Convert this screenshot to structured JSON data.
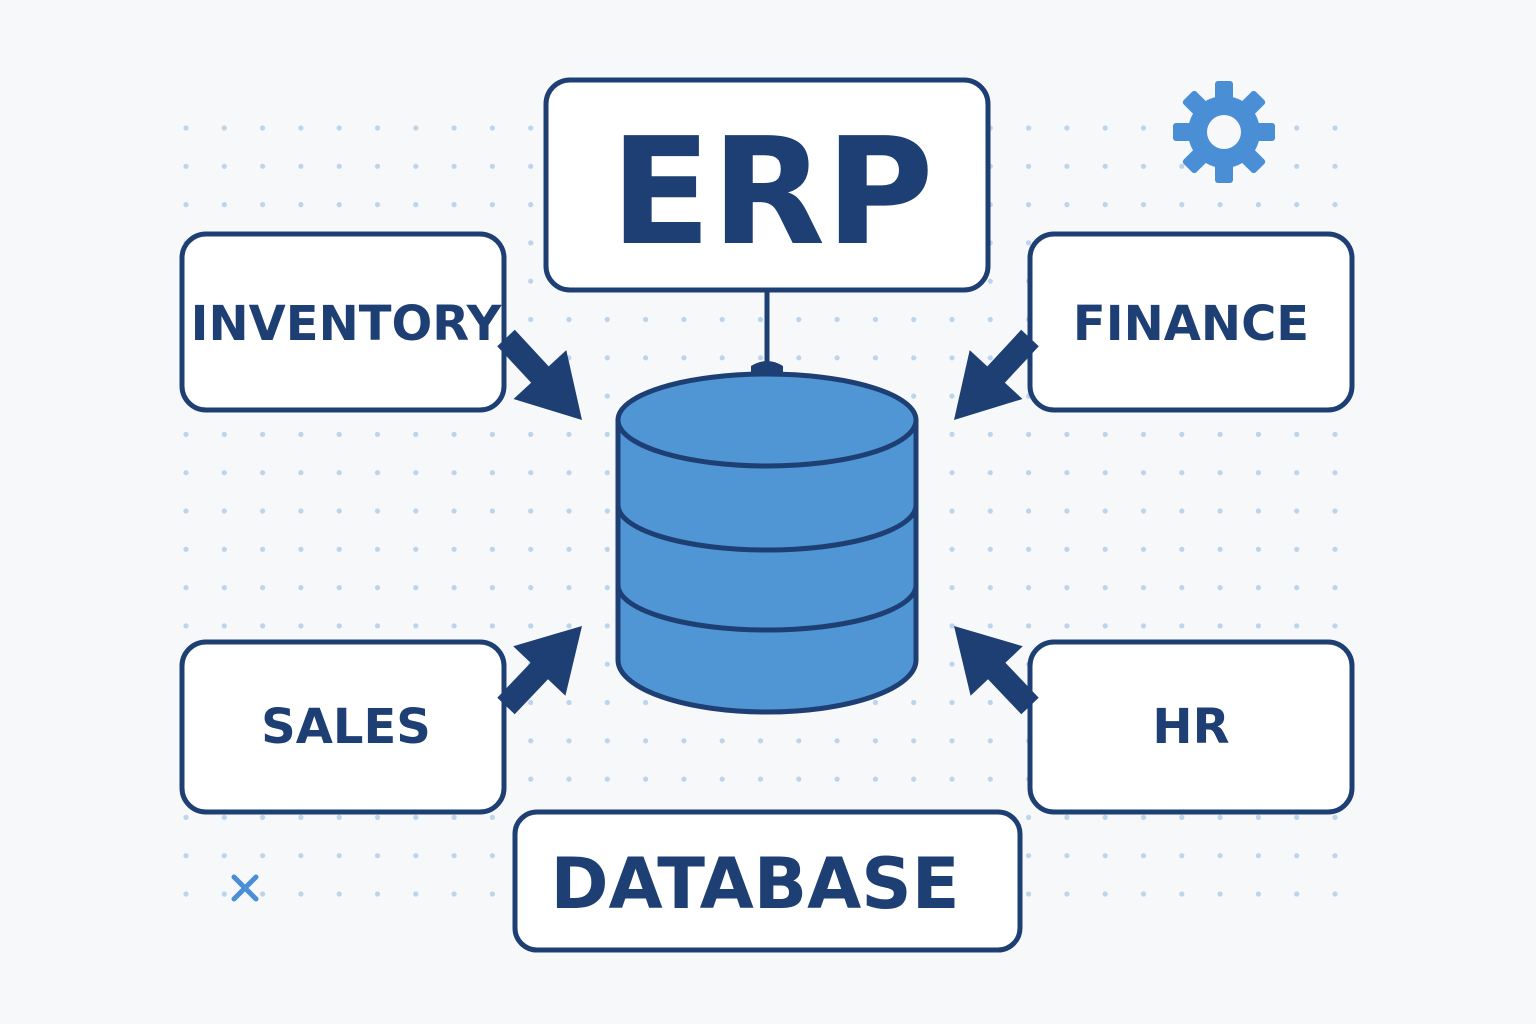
{
  "diagram": {
    "colors": {
      "background": "#f7f8fa",
      "navy": "#1e3f73",
      "box_fill": "#ffffff",
      "db_fill": "#5096d4",
      "dot": "#bcd5ec",
      "accent": "#4a8fd6"
    },
    "title": "ERP",
    "modules": {
      "inventory": "INVENTORY",
      "finance": "FINANCE",
      "sales": "SALES",
      "hr": "HR"
    },
    "database_label": "DATABASE",
    "icons": {
      "gear": "gear-icon",
      "close": "close-icon",
      "database": "database-cylinder-icon"
    }
  }
}
